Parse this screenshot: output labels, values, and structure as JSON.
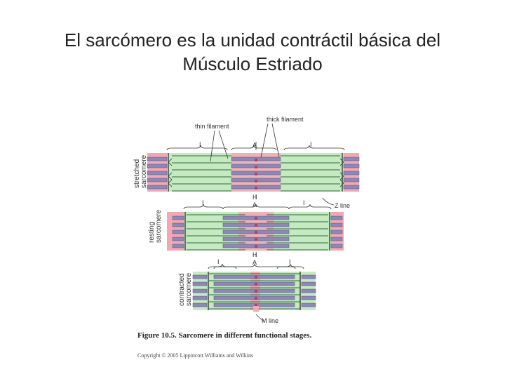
{
  "slide": {
    "title_line1": "El sarcómero es la unidad contráctil básica del",
    "title_line2": "Músculo Estriado"
  },
  "figure": {
    "labels": {
      "thin_filament": "thin filament",
      "thick_filament": "thick filament",
      "z_line": "Z line",
      "m_line": "M line",
      "band_i": "I",
      "band_a": "A",
      "zone_h": "H"
    },
    "stages": [
      {
        "label_line1": "stretched",
        "label_line2": "sarcomere"
      },
      {
        "label_line1": "resting",
        "label_line2": "sarcomere"
      },
      {
        "label_line1": "contracted",
        "label_line2": "sarcomere"
      }
    ],
    "caption_number": "Figure 10.5.",
    "caption_text": "Sarcomere in different functional stages.",
    "copyright": "Copyright © 2005 Lippincott Williams and Wilkins"
  },
  "colors": {
    "i_band_green": "#c5e9c0",
    "a_band_pink": "#f2a8b4",
    "thick_filament": "#8c88b8",
    "thin_filament": "#2f6b3a",
    "z_line": "#444444"
  }
}
